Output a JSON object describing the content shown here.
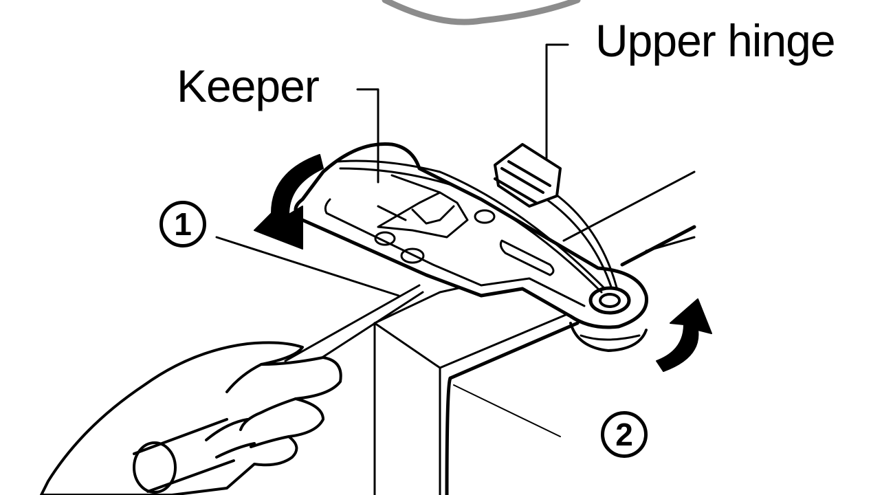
{
  "labels": {
    "keeper": "Keeper",
    "upper_hinge": "Upper hinge"
  },
  "steps": {
    "one": "1",
    "two": "2"
  },
  "colors": {
    "line": "#000000",
    "background": "#ffffff",
    "circle_outline": "#8c8c8c"
  }
}
